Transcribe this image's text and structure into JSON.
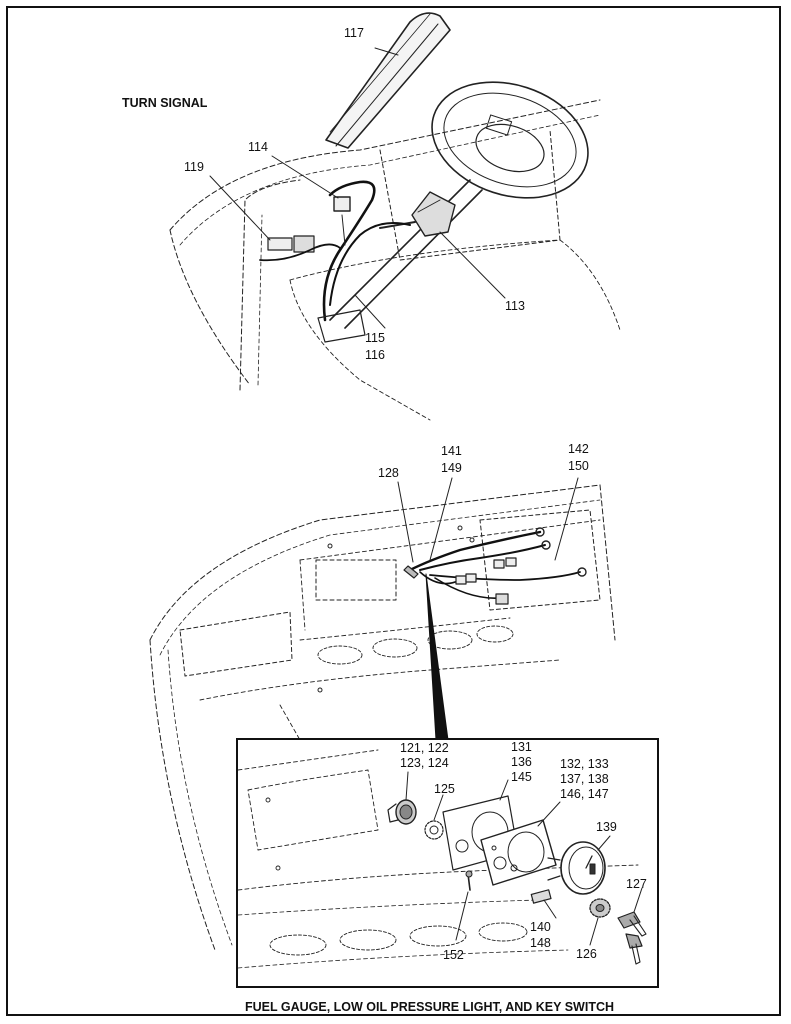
{
  "top_section": {
    "title": "TURN SIGNAL",
    "callouts": {
      "c117": "117",
      "c114": "114",
      "c119": "119",
      "c113": "113",
      "c115": "115",
      "c116": "116"
    }
  },
  "mid_section": {
    "callouts": {
      "c141": "141",
      "c149": "149",
      "c128": "128",
      "c142": "142",
      "c150": "150"
    }
  },
  "inset": {
    "callouts": {
      "c121_122": "121, 122",
      "c123_124": "123, 124",
      "c125": "125",
      "c131": "131",
      "c136": "136",
      "c145": "145",
      "c132_133": "132, 133",
      "c137_138": "137, 138",
      "c146_147": "146, 147",
      "c139": "139",
      "c127": "127",
      "c140": "140",
      "c148": "148",
      "c126": "126",
      "c152": "152"
    }
  },
  "footer": {
    "caption": "FUEL GAUGE, LOW OIL PRESSURE LIGHT, AND KEY SWITCH"
  }
}
